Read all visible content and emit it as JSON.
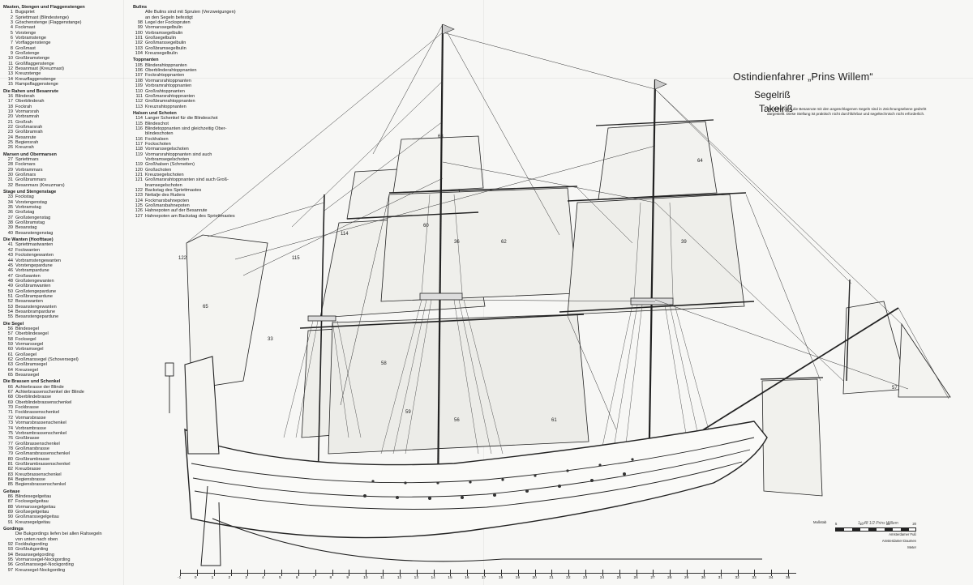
{
  "legend_left": [
    {
      "heading": "Masten, Stengen und Flaggenstengen",
      "items": [
        [
          "1",
          "Bugspriet"
        ],
        [
          "2",
          "Spriettmast (Blindestenge)"
        ],
        [
          "3",
          "Göschenstenge (Flaggenstange)"
        ],
        [
          "4",
          "Fockmast"
        ],
        [
          "5",
          "Vorstenge"
        ],
        [
          "6",
          "Vorbramstenge"
        ],
        [
          "7",
          "Vorflaggenstenge"
        ],
        [
          "8",
          "Großmast"
        ],
        [
          "9",
          "Großstenge"
        ],
        [
          "10",
          "Großbramstenge"
        ],
        [
          "11",
          "Großflaggenstenge"
        ],
        [
          "12",
          "Besanmast (Kreuzmast)"
        ],
        [
          "13",
          "Kreuzstenge"
        ],
        [
          "14",
          "Kreuzflaggenstenge"
        ],
        [
          "15",
          "Rampsflaggenstenge"
        ]
      ]
    },
    {
      "heading": "Die Rahen und Besanrute",
      "items": [
        [
          "16",
          "Blinderah"
        ],
        [
          "17",
          "Oberblinderah"
        ],
        [
          "18",
          "Fockrah"
        ],
        [
          "19",
          "Vormarsrah"
        ],
        [
          "20",
          "Vorbramrah"
        ],
        [
          "21",
          "Großrah"
        ],
        [
          "22",
          "Großmarsrah"
        ],
        [
          "23",
          "Großbramrah"
        ],
        [
          "24",
          "Besanrute"
        ],
        [
          "25",
          "Begiensrah"
        ],
        [
          "26",
          "Kreuzrah"
        ]
      ]
    },
    {
      "heading": "Marsen und Obermarsen",
      "items": [
        [
          "27",
          "Spriettmars"
        ],
        [
          "28",
          "Fockmars"
        ],
        [
          "29",
          "Vorbrammars"
        ],
        [
          "30",
          "Großmars"
        ],
        [
          "31",
          "Großbrammars"
        ],
        [
          "32",
          "Besanmars (Kreuzmars)"
        ]
      ]
    },
    {
      "heading": "Stage und Stengenstage",
      "items": [
        [
          "33",
          "Fockstag"
        ],
        [
          "34",
          "Vorstengenstag"
        ],
        [
          "35",
          "Vorbramstag"
        ],
        [
          "36",
          "Großstag"
        ],
        [
          "37",
          "Großstengenstag"
        ],
        [
          "38",
          "Großbramstag"
        ],
        [
          "39",
          "Besanstag"
        ],
        [
          "40",
          "Besanstengenstag"
        ]
      ]
    },
    {
      "heading": "Die Wanten (Hoofttaue)",
      "items": [
        [
          "41",
          "Spriettmastwanten"
        ],
        [
          "42",
          "Fockwanten"
        ],
        [
          "43",
          "Fockstengewanten"
        ],
        [
          "44",
          "Vorbramstengewanten"
        ],
        [
          "45",
          "Vorstengepardune"
        ],
        [
          "46",
          "Vorbrampardune"
        ],
        [
          "47",
          "Großwanten"
        ],
        [
          "48",
          "Großstengewanten"
        ],
        [
          "49",
          "Großbramwanten"
        ],
        [
          "50",
          "Großstengepardune"
        ],
        [
          "51",
          "Großbrampardune"
        ],
        [
          "52",
          "Besanwanten"
        ],
        [
          "53",
          "Besanstengewanten"
        ],
        [
          "54",
          "Besanbrampardune"
        ],
        [
          "55",
          "Besanstengepardune"
        ]
      ]
    },
    {
      "heading": "Die Segel",
      "items": [
        [
          "56",
          "Blindesegel"
        ],
        [
          "57",
          "Oberblindesegel"
        ],
        [
          "58",
          "Focksegel"
        ],
        [
          "59",
          "Vormarssegel"
        ],
        [
          "60",
          "Vorbramsegel"
        ],
        [
          "61",
          "Großsegel"
        ],
        [
          "62",
          "Großmarssegel (Schoversegel)"
        ],
        [
          "63",
          "Großbramsegel"
        ],
        [
          "64",
          "Kreuzsegel"
        ],
        [
          "65",
          "Besansegel"
        ]
      ]
    },
    {
      "heading": "Die Brassen und Schenkel",
      "items": [
        [
          "66",
          "Achterbrasse der Blinde"
        ],
        [
          "67",
          "Achterbrassenschenkel der Blinde"
        ],
        [
          "68",
          "Oberblindebrasse"
        ],
        [
          "69",
          "Oberblindebrassenschenkel"
        ],
        [
          "70",
          "Fockbrasse"
        ],
        [
          "71",
          "Fockbrassenschenkel"
        ],
        [
          "72",
          "Vormarsbrasse"
        ],
        [
          "73",
          "Vormarsbrassenschenkel"
        ],
        [
          "74",
          "Vorbrambrasse"
        ],
        [
          "75",
          "Vorbrambrassenschenkel"
        ],
        [
          "76",
          "Großbrasse"
        ],
        [
          "77",
          "Großbrassenschenkel"
        ],
        [
          "78",
          "Großmarsbrasse"
        ],
        [
          "79",
          "Großmarsbrassenschenkel"
        ],
        [
          "80",
          "Großbrambrasse"
        ],
        [
          "81",
          "Großbrambrassenschenkel"
        ],
        [
          "82",
          "Kreuzbrasse"
        ],
        [
          "83",
          "Kreuzbrassenschenkel"
        ],
        [
          "84",
          "Begiensbrasse"
        ],
        [
          "85",
          "Begiensbrassenschenkel"
        ]
      ]
    },
    {
      "heading": "Geitaue",
      "items": [
        [
          "86",
          "Blindesegelgeitau"
        ],
        [
          "87",
          "Focksegelgeitau"
        ],
        [
          "88",
          "Vormarssegelgeitau"
        ],
        [
          "89",
          "Großsegelgeitau"
        ],
        [
          "90",
          "Großmarssegelgeitau"
        ],
        [
          "91",
          "Kreuzsegelgeitau"
        ]
      ]
    },
    {
      "heading": "Gordings",
      "items": [
        [
          "",
          "Die Bukgordings liefen bei allen Rahsegeln"
        ],
        [
          "",
          "von unten nach oben"
        ],
        [
          "92",
          "Fockbukgording"
        ],
        [
          "93",
          "Großbukgording"
        ],
        [
          "94",
          "Besansegelgording"
        ],
        [
          "95",
          "Vormarssegel-Nockgording"
        ],
        [
          "96",
          "Großmarssegel-Nockgording"
        ],
        [
          "97",
          "Kreuzsegel-Nockgording"
        ]
      ]
    }
  ],
  "legend_right": [
    {
      "heading": "Bulins",
      "items": [
        [
          "",
          "Alle Bulins sind mit Spruten (Verzweigungen)"
        ],
        [
          "",
          "an den Segeln befestigt"
        ],
        [
          "98",
          "Legel der Fockspruten"
        ],
        [
          "99",
          "Vormarssegelbulin"
        ],
        [
          "100",
          "Vorbramsegelbulin"
        ],
        [
          "101",
          "Großsegelbulin"
        ],
        [
          "102",
          "Großmarssegelbulin"
        ],
        [
          "103",
          "Großbramsegelbulin"
        ],
        [
          "104",
          "Kreuzsegelbulin"
        ]
      ]
    },
    {
      "heading": "Toppnanten",
      "items": [
        [
          "105",
          "Blinderahtoppnanten"
        ],
        [
          "106",
          "Oberblinderahtoppnanten"
        ],
        [
          "107",
          "Fockrahtoppnanten"
        ],
        [
          "108",
          "Vormarsrahtoppnanten"
        ],
        [
          "109",
          "Vorbramrahtoppnanten"
        ],
        [
          "110",
          "Großrahtoppnanten"
        ],
        [
          "111",
          "Großmarsrahtoppnanten"
        ],
        [
          "112",
          "Großbramrahtoppnanten"
        ],
        [
          "113",
          "Kreuzrahtoppnanten"
        ]
      ]
    },
    {
      "heading": "Halsen und Schoten",
      "items": [
        [
          "114",
          "Langer Schenkel für die Blindeschot"
        ],
        [
          "115",
          "Blindeschot"
        ],
        [
          "116",
          "Blindetoppnanten sind gleichzeitig Ober-"
        ],
        [
          "",
          "blindeschoten"
        ],
        [
          "116",
          "Fockhalsen"
        ],
        [
          "117",
          "Fockschoten"
        ],
        [
          "118",
          "Vormarssegelschoten"
        ],
        [
          "119",
          "Vormarsrahtoppnanten sind auch"
        ],
        [
          "",
          "Vorbramsegelschoten"
        ],
        [
          "119",
          "Großhalsen (Schmeiten)"
        ],
        [
          "120",
          "Großschoten"
        ],
        [
          "121",
          "Kreuzsegelschoten"
        ],
        [
          "121",
          "Großmarsrahtoppnanten sind auch Groß-"
        ],
        [
          "",
          "bramsegelschoten"
        ],
        [
          "122",
          "Backstag des Spriettmastes"
        ],
        [
          "123",
          "Nettalje des Ruders"
        ],
        [
          "124",
          "Fockmarsbahnepoten"
        ],
        [
          "125",
          "Großmarsbahnepoten"
        ],
        [
          "126",
          "Hahnepoten auf der Besanrute"
        ],
        [
          "127",
          "Hahnepoten am Backstag des Spriettmastes"
        ]
      ]
    }
  ],
  "title": "Ostindienfahrer „Prins Willem“",
  "subtitle1": "Segelriß",
  "subtitle2": "Takelriß",
  "note": "Die Rahen und die Besanrute mit den angeschlagenen Segeln sind in Zeichnungsebene gedreht dargestellt. Diese Stellung ist praktisch nicht durchführbar und segeltechnisch nicht erforderlich.",
  "scale": {
    "label": "Maßstab",
    "ticks": [
      "5",
      "10",
      "15",
      "20"
    ],
    "rows": [
      "Amsterdamer Fuß",
      "Amsterdamer Daumen",
      "Meter"
    ],
    "handnote": "1 : 48 1/2   Prins Willem"
  },
  "ruler_ticks": [
    "-1",
    "0",
    "1",
    "2",
    "3",
    "4",
    "5",
    "6",
    "7",
    "8",
    "9",
    "10",
    "11",
    "12",
    "13",
    "14",
    "15",
    "16",
    "17",
    "18",
    "19",
    "20",
    "21",
    "22",
    "23",
    "24",
    "25",
    "26",
    "27",
    "28",
    "29",
    "30",
    "31",
    "32",
    "33",
    "34",
    "35"
  ],
  "drawing_labels": [
    "56",
    "57",
    "58",
    "59",
    "60",
    "61",
    "62",
    "63",
    "64",
    "65",
    "122",
    "115",
    "114",
    "33",
    "36",
    "39"
  ]
}
